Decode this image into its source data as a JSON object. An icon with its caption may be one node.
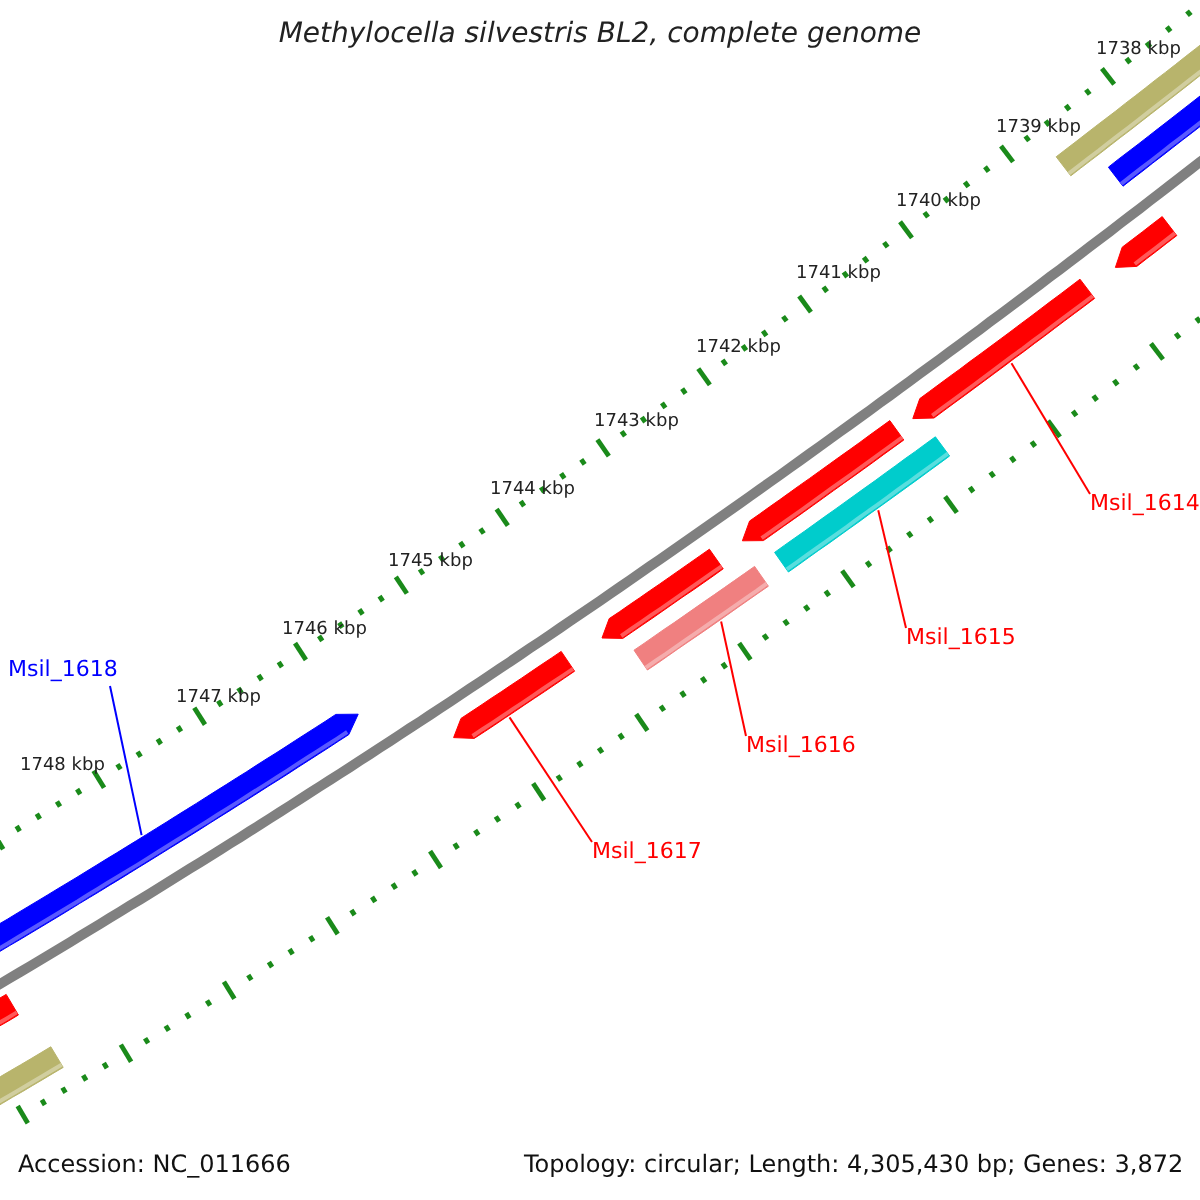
{
  "diagram": {
    "title": "Methylocella silvestris BL2, complete genome",
    "nodes": [
      {
        "text": [],
        "shape": "bar"
      },
      {
        "text": [],
        "shape": "bar"
      },
      {
        "text": [],
        "shape": "bar"
      },
      {
        "text": [],
        "shape": "bar"
      },
      {
        "text": [],
        "shape": "bar"
      },
      {
        "text": [],
        "shape": "bar"
      },
      {
        "text": [],
        "shape": "bar"
      },
      {
        "text": [],
        "shape": "bar"
      },
      {
        "text": [],
        "shape": "bar"
      },
      {
        "text": [],
        "shape": "bar"
      },
      {
        "text": [],
        "shape": "bar"
      },
      {
        "text": [],
        "shape": "bar"
      },
      {
        "text": [
          "Msil_1618"
        ]
      },
      {
        "text": [
          "Msil_1617"
        ]
      },
      {
        "text": [
          "Msil_1616"
        ]
      },
      {
        "text": [
          "Msil_1615"
        ]
      },
      {
        "text": [
          "Msil_1614"
        ]
      }
    ],
    "edges": [
      {
        "from": 12,
        "to": 9,
        "arrow": "none",
        "color": "#0000ff"
      },
      {
        "from": 13,
        "to": 8,
        "arrow": "none"
      },
      {
        "from": 14,
        "to": 7,
        "arrow": "none"
      },
      {
        "from": 15,
        "to": 5,
        "arrow": "none"
      },
      {
        "from": 16,
        "to": 3,
        "arrow": "none"
      }
    ],
    "labels": [
      "1738 kbp",
      "1739 kbp",
      "1740 kbp",
      "1741 kbp",
      "1742 kbp",
      "1743 kbp",
      "1744 kbp",
      "1745 kbp",
      "1746 kbp",
      "1747 kbp",
      "1748 kbp",
      "Accession: NC_011666",
      "Topology: circular; Length: 4,305,430 bp; Genes: 3,872"
    ]
  }
}
